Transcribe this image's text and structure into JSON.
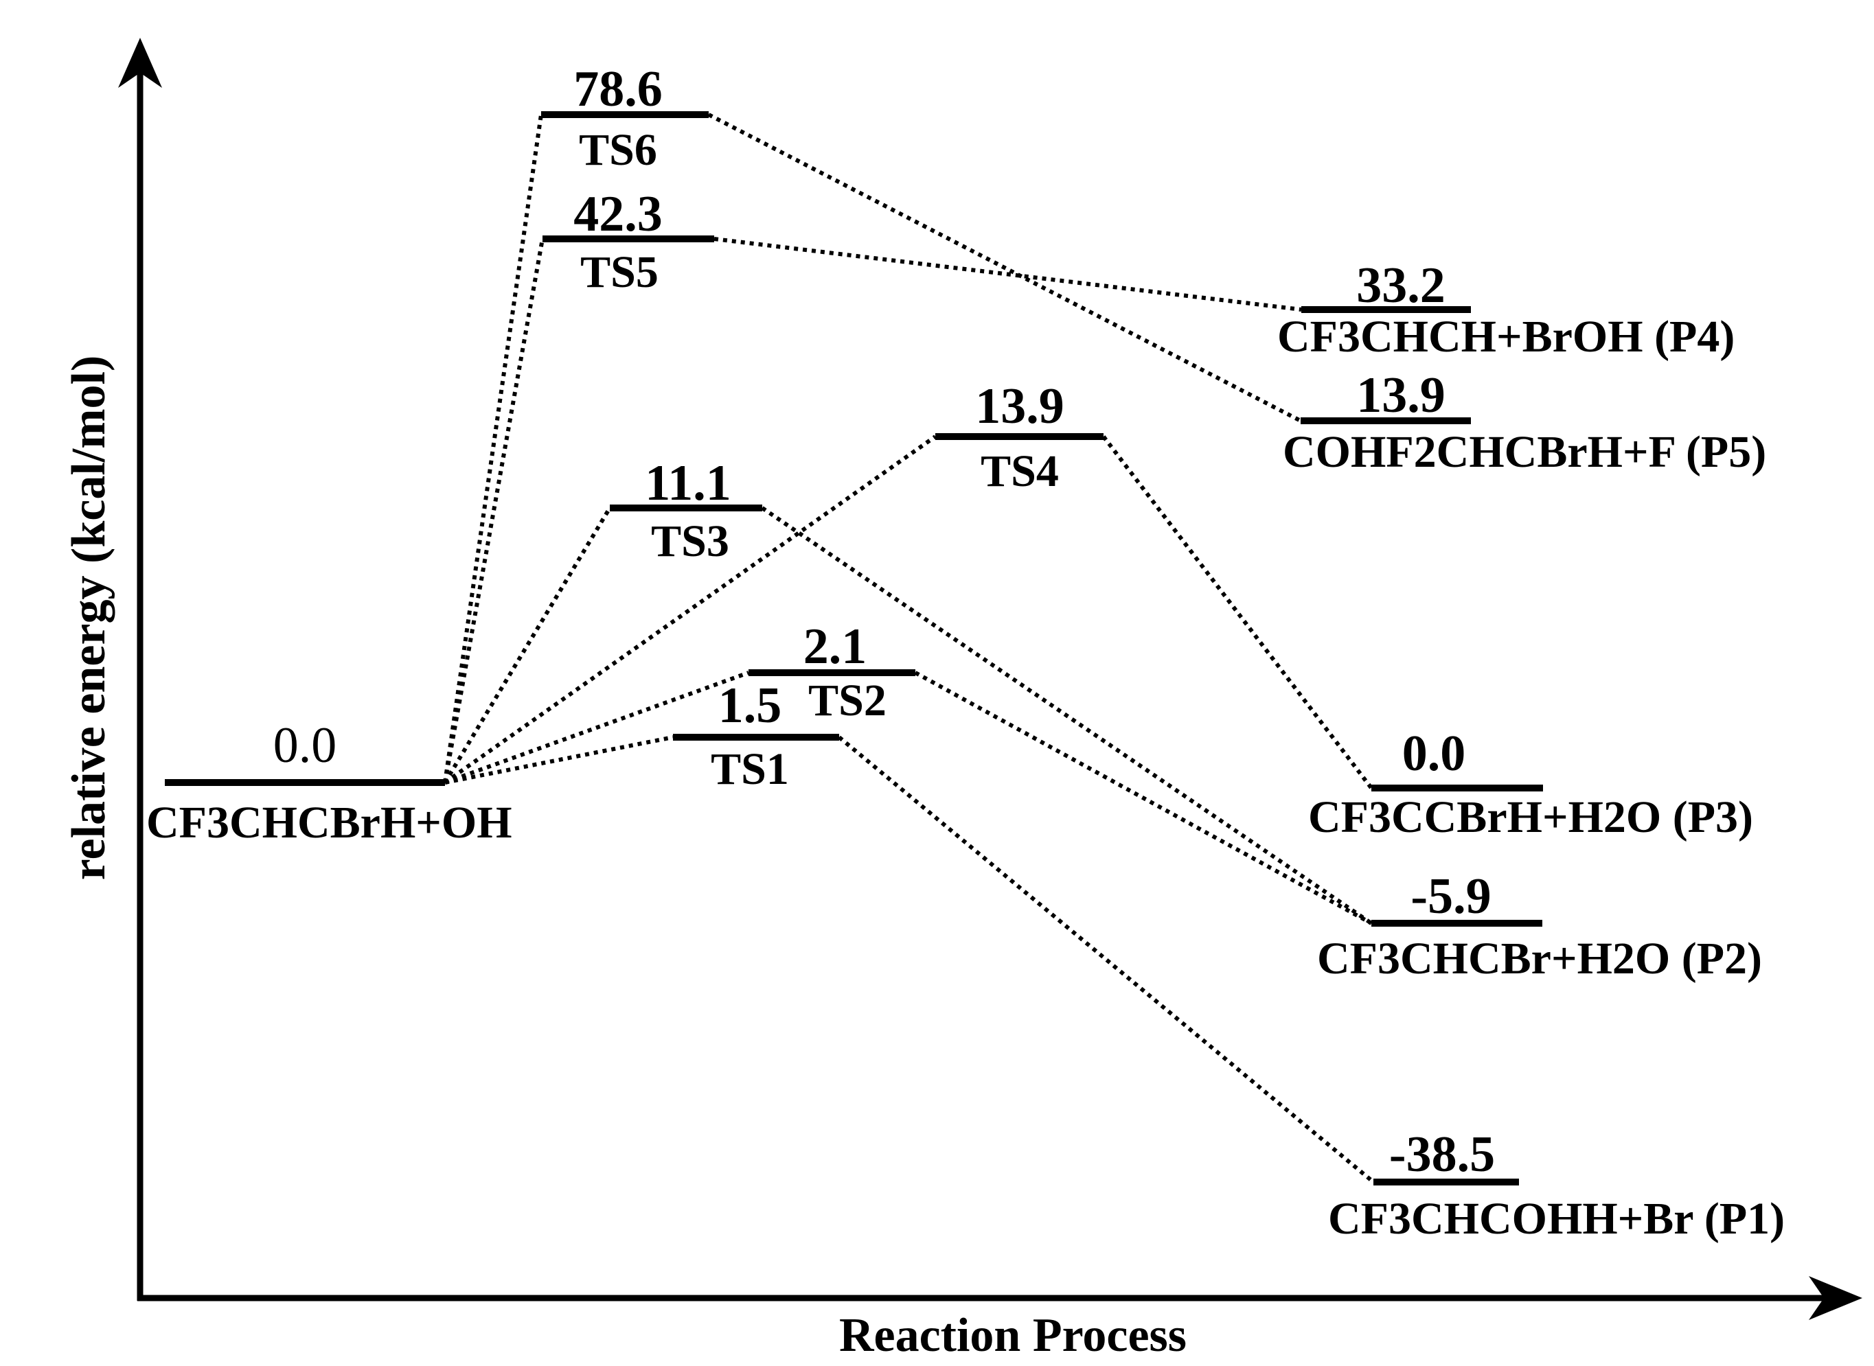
{
  "diagram": {
    "xlabel": "Reaction Process",
    "ylabel": "relative energy (kcal/mol)",
    "levels": [
      {
        "id": "R",
        "energy": "0.0",
        "label": "CF3CHCBrH+OH"
      },
      {
        "id": "TS1",
        "energy": "1.5",
        "label": "TS1"
      },
      {
        "id": "TS2",
        "energy": "2.1",
        "label": "TS2"
      },
      {
        "id": "TS3",
        "energy": "11.1",
        "label": "TS3"
      },
      {
        "id": "TS4",
        "energy": "13.9",
        "label": "TS4"
      },
      {
        "id": "TS5",
        "energy": "42.3",
        "label": "TS5"
      },
      {
        "id": "TS6",
        "energy": "78.6",
        "label": "TS6"
      },
      {
        "id": "P1",
        "energy": "-38.5",
        "label": "CF3CHCOHH+Br (P1)"
      },
      {
        "id": "P2",
        "energy": "-5.9",
        "label": "CF3CHCBr+H2O (P2)"
      },
      {
        "id": "P3",
        "energy": "0.0",
        "label": "CF3CCBrH+H2O (P3)"
      },
      {
        "id": "P4",
        "energy": "33.2",
        "label": "CF3CHCH+BrOH (P4)"
      },
      {
        "id": "P5",
        "energy": "13.9",
        "label": "COHF2CHCBrH+F (P5)"
      }
    ],
    "pathways": [
      [
        "R",
        "TS1",
        "P1"
      ],
      [
        "R",
        "TS2",
        "P2"
      ],
      [
        "R",
        "TS3",
        "P2"
      ],
      [
        "R",
        "TS4",
        "P3"
      ],
      [
        "R",
        "TS5",
        "P4"
      ],
      [
        "R",
        "TS6",
        "P5"
      ]
    ]
  }
}
